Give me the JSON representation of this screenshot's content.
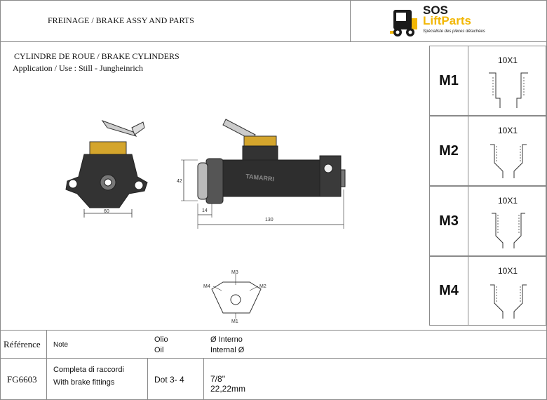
{
  "header": {
    "title": "FREINAGE / BRAKE ASSY AND PARTS",
    "logo": {
      "brand_top": "SOS",
      "brand_main": "LiftParts",
      "tagline": "Spécialiste des pièces détachées",
      "accent_color": "#f2b705"
    }
  },
  "section": {
    "title": "CYLINDRE DE ROUE / BRAKE CYLINDERS",
    "application": "Application / Use :  Still - Jungheinrich"
  },
  "drawing": {
    "brand_mark": "TAMARRI",
    "dims": {
      "front_width": "60",
      "height": "42",
      "length": "130",
      "flange": "14"
    },
    "ports": {
      "m1": "M1",
      "m2": "M2",
      "m3": "M3",
      "m4": "M4"
    }
  },
  "fittings": [
    {
      "label": "M1",
      "size": "10X1",
      "icon": "fitting-straight-icon"
    },
    {
      "label": "M2",
      "size": "10X1",
      "icon": "fitting-flared-icon"
    },
    {
      "label": "M3",
      "size": "10X1",
      "icon": "fitting-conical-icon"
    },
    {
      "label": "M4",
      "size": "10X1",
      "icon": "fitting-flared-icon"
    }
  ],
  "table": {
    "headers": {
      "reference": "Référence",
      "note": "Note",
      "oil_it": "Olio",
      "oil_en": "Oil",
      "diam_it": "Ø Interno",
      "diam_en": "Internal Ø"
    },
    "rows": [
      {
        "reference": "FG6603",
        "note_it": "Completa di raccordi",
        "note_en": "With brake fittings",
        "oil": "Dot 3- 4",
        "diam_in": "7/8''",
        "diam_mm": "22,22mm"
      }
    ]
  }
}
